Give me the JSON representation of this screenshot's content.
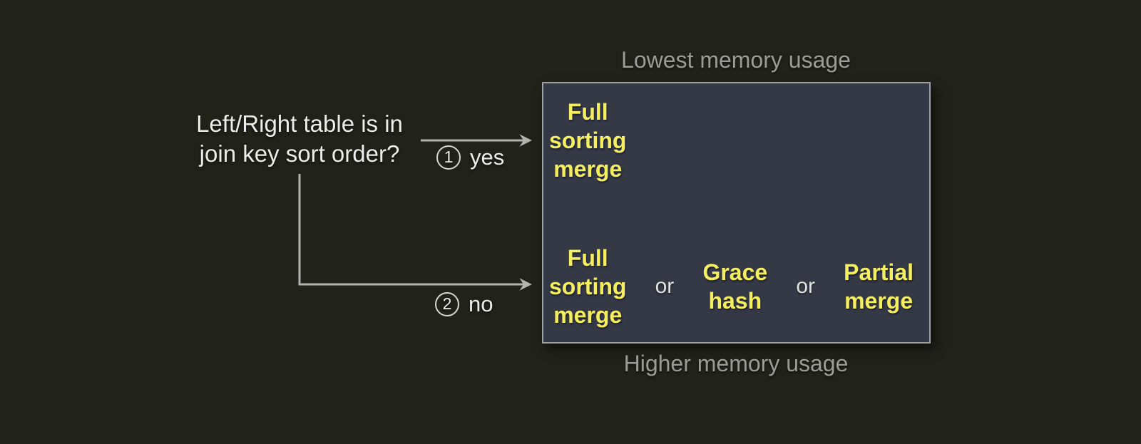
{
  "question": "Left/Right table is in\njoin key sort order?",
  "branches": {
    "yes": {
      "num": "1",
      "label": "yes"
    },
    "no": {
      "num": "2",
      "label": "no"
    }
  },
  "captions": {
    "top": "Lowest memory usage",
    "bottom": "Higher memory usage"
  },
  "box": {
    "sorted_row": {
      "algorithm": "Full\nsorting\nmerge"
    },
    "unsorted_row": {
      "items": [
        "Full\nsorting\nmerge",
        "or",
        "Grace\nhash",
        "or",
        "Partial\nmerge"
      ]
    }
  },
  "colors": {
    "background": "#21221a",
    "box_fill": "#353945",
    "box_border": "#9fa1a4",
    "algorithm_text": "#f5ef5f",
    "body_text": "#ececea",
    "caption_text": "#9b9b98",
    "connector": "#b3b3b1"
  }
}
